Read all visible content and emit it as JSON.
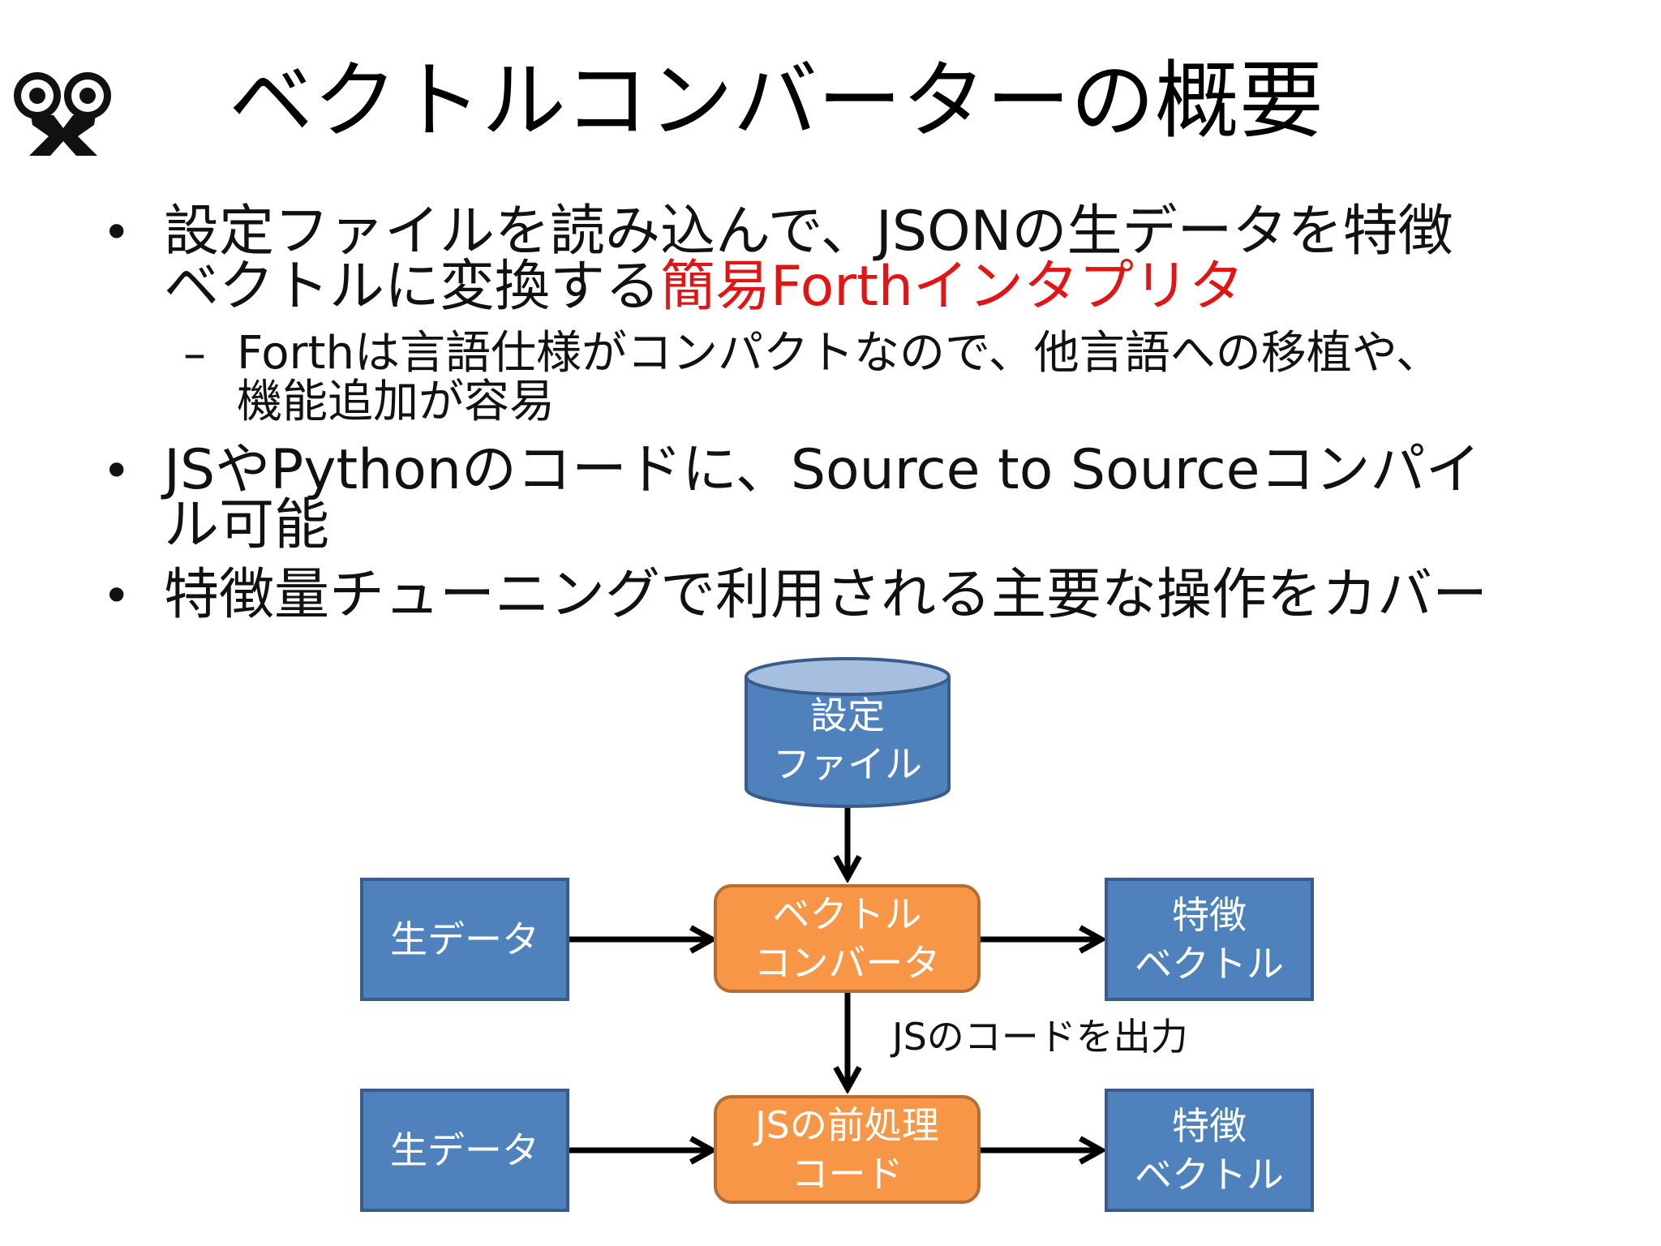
{
  "title": "ベクトルコンバーターの概要",
  "logo": {
    "icon": "owl-mascot-icon"
  },
  "bullets": [
    {
      "lines": [
        [
          {
            "text": "設定ファイルを読み込んで、JSONの生データを特徴",
            "highlight": false
          }
        ],
        [
          {
            "text": "ベクトルに変換する",
            "highlight": false
          },
          {
            "text": "簡易Forthインタプリタ",
            "highlight": true
          }
        ]
      ],
      "sub": {
        "lines": [
          "Forthは言語仕様がコンパクトなので、他言語への移植や、",
          "機能追加が容易"
        ]
      }
    },
    {
      "lines": [
        [
          {
            "text": "JSやPythonのコードに、Source to Sourceコンパイ",
            "highlight": false
          }
        ],
        [
          {
            "text": "ル可能",
            "highlight": false
          }
        ]
      ]
    },
    {
      "lines": [
        [
          {
            "text": "特徴量チューニングで利用される主要な操作をカバー",
            "highlight": false
          }
        ]
      ]
    }
  ],
  "diagram": {
    "colors": {
      "blue_fill": "#4f81bd",
      "blue_stroke": "#385d8a",
      "orange_fill": "#f79646",
      "orange_stroke": "#b66d31",
      "arrow": "#000000"
    },
    "nodes": {
      "config_file": {
        "lines": [
          "設定",
          "ファイル"
        ],
        "shape": "cylinder"
      },
      "raw_data_1": {
        "lines": [
          "生データ"
        ],
        "shape": "rect"
      },
      "vector_converter": {
        "lines": [
          "ベクトル",
          "コンバータ"
        ],
        "shape": "rounded-rect"
      },
      "feature_vector_1": {
        "lines": [
          "特徴",
          "ベクトル"
        ],
        "shape": "rect"
      },
      "raw_data_2": {
        "lines": [
          "生データ"
        ],
        "shape": "rect"
      },
      "js_preprocess": {
        "lines": [
          "JSの前処理",
          "コード"
        ],
        "shape": "rounded-rect"
      },
      "feature_vector_2": {
        "lines": [
          "特徴",
          "ベクトル"
        ],
        "shape": "rect"
      }
    },
    "edges": [
      {
        "from": "config_file",
        "to": "vector_converter",
        "label": ""
      },
      {
        "from": "raw_data_1",
        "to": "vector_converter",
        "label": ""
      },
      {
        "from": "vector_converter",
        "to": "feature_vector_1",
        "label": ""
      },
      {
        "from": "vector_converter",
        "to": "js_preprocess",
        "label": "JSのコードを出力"
      },
      {
        "from": "raw_data_2",
        "to": "js_preprocess",
        "label": ""
      },
      {
        "from": "js_preprocess",
        "to": "feature_vector_2",
        "label": ""
      }
    ]
  }
}
